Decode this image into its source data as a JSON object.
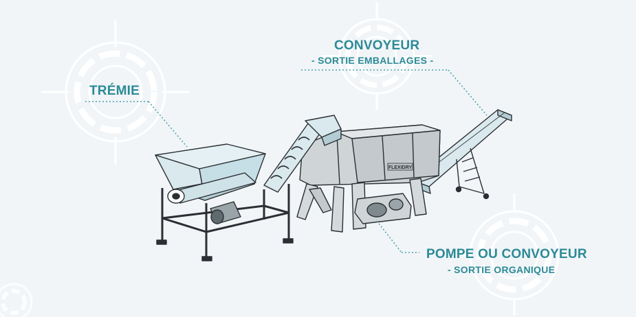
{
  "colors": {
    "background": "#f1f5f8",
    "accent_text": "#2c8a96",
    "leader_dots": "#4aa2ad",
    "machine_fill": "#d9e9ee",
    "machine_dark": "#b3ccd4",
    "machine_body": "#cfd4d7",
    "outline": "#2b2f33",
    "reticle": "#ffffff"
  },
  "labels": {
    "tremie": {
      "title": "TRÉMIE"
    },
    "convoyeur_emballages": {
      "title": "CONVOYEUR",
      "subtitle": "- SORTIE EMBALLAGES -"
    },
    "pompe_convoyeur": {
      "title": "POMPE OU CONVOYEUR",
      "subtitle": "- SORTIE ORGANIQUE"
    }
  },
  "machine": {
    "brand_plate": "FLEXIDRY"
  },
  "icons": [
    "reticle-icon",
    "reticle-icon",
    "reticle-icon",
    "reticle-icon"
  ]
}
